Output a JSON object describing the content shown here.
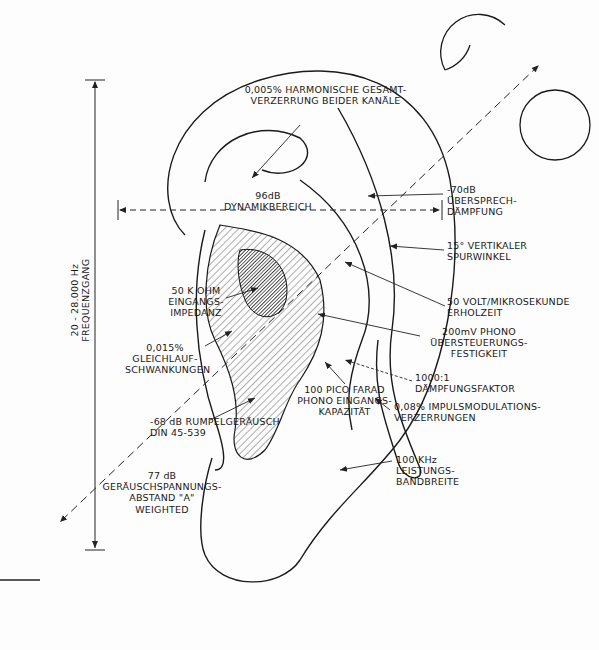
{
  "diagram": {
    "labels": [
      "0,005% HARMONISCHE GESAMT- VERZERRUNG BEIDER KANÄLE",
      "-70dB ÜBERSPRECH- DÄMPFUNG",
      "96dB DYNAMIKBEREICH",
      "15° VERTIKALER SPURWINKEL",
      "50 K OHM EINGANGS- IMPEDANZ",
      "50 VOLT/MIKROSEKUNDE ERHOLZEIT",
      "200mV PHONO ÜBERSTEUERUNGS- FESTIGKEIT",
      "1000:1 DÄMPFUNGSFAKTOR",
      "0,015% GLEICHLAUF- SCHWANKUNGEN",
      "100 PICO FARAD PHONO EINGANGS- KAPAZITÄT",
      "0,08% IMPULSMODULATIONS- VERZERRUNGEN",
      "-68 dB RUMPELGERÄUSCH DIN 45-539",
      "100 KHz LEISTUNGS- BANDBREITE",
      "77 dB GERÄUSCHSPANNUNGS- ABSTAND \"A\" WEIGHTED",
      "20 - 28.000 Hz FREQUENZGANG"
    ]
  }
}
